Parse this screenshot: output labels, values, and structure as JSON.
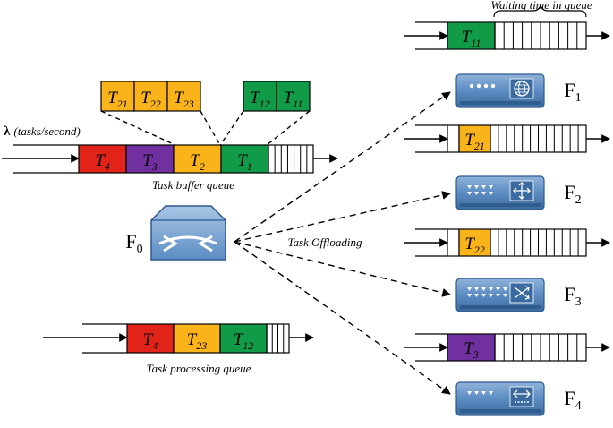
{
  "colors": {
    "red": "#e2231a",
    "purple": "#7030a0",
    "yellow": "#fbb31b",
    "green": "#119a47",
    "device_blue": "#4f7fb4"
  },
  "arrival_rate": {
    "symbol": "λ",
    "text": "(tasks/second)"
  },
  "buffer_queue": {
    "caption": "Task buffer queue",
    "tasks": [
      {
        "name": "T",
        "sub": "4",
        "color": "red"
      },
      {
        "name": "T",
        "sub": "3",
        "color": "purple"
      },
      {
        "name": "T",
        "sub": "2",
        "color": "yellow"
      },
      {
        "name": "T",
        "sub": "1",
        "color": "green"
      }
    ]
  },
  "subtask_groups": [
    {
      "tasks": [
        {
          "name": "T",
          "sub": "21"
        },
        {
          "name": "T",
          "sub": "22"
        },
        {
          "name": "T",
          "sub": "23"
        }
      ],
      "color": "yellow"
    },
    {
      "tasks": [
        {
          "name": "T",
          "sub": "12"
        },
        {
          "name": "T",
          "sub": "11"
        }
      ],
      "color": "green"
    }
  ],
  "processing_queue": {
    "caption": "Task processing queue",
    "tasks": [
      {
        "name": "T",
        "sub": "4",
        "color": "red"
      },
      {
        "name": "T",
        "sub": "23",
        "color": "yellow"
      },
      {
        "name": "T",
        "sub": "12",
        "color": "green"
      }
    ]
  },
  "central_node": {
    "name": "F",
    "sub": "0",
    "icon": "switch-router-icon"
  },
  "offloading_label": "Task Offloading",
  "waiting_time_label": "Waiting time in queue",
  "fog_queues": [
    {
      "task": {
        "name": "T",
        "sub": "11"
      },
      "color": "green"
    },
    {
      "task": {
        "name": "T",
        "sub": "21"
      },
      "color": "yellow"
    },
    {
      "task": {
        "name": "T",
        "sub": "22"
      },
      "color": "yellow"
    },
    {
      "task": {
        "name": "T",
        "sub": "3"
      },
      "color": "purple"
    }
  ],
  "fog_nodes": [
    {
      "name": "F",
      "sub": "1",
      "icon": "globe-icon"
    },
    {
      "name": "F",
      "sub": "2",
      "icon": "arrows-cross-icon"
    },
    {
      "name": "F",
      "sub": "3",
      "icon": "shuffle-icon"
    },
    {
      "name": "F",
      "sub": "4",
      "icon": "bidirectional-arrow-icon"
    }
  ]
}
